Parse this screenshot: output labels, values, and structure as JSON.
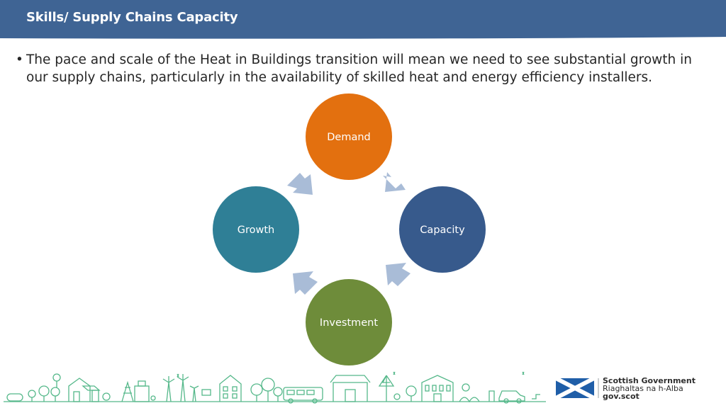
{
  "header": {
    "title": "Skills/ Supply Chains Capacity",
    "bar_color": "#3f6494"
  },
  "body": {
    "bullet_marker": "•",
    "bullet_text": "The pace and scale of the Heat in Buildings transition will mean we need to see substantial growth in our supply chains, particularly in the availability of skilled heat and energy efficiency installers."
  },
  "cycle": {
    "nodes": [
      {
        "label": "Demand",
        "color": "#e3700f"
      },
      {
        "label": "Capacity",
        "color": "#375a8c"
      },
      {
        "label": "Investment",
        "color": "#6e8c3a"
      },
      {
        "label": "Growth",
        "color": "#2f7f96"
      }
    ],
    "arrow_color": "#a9bcd7"
  },
  "footer": {
    "icon_color": "#55b88a",
    "logo": {
      "line1": "Scottish Government",
      "line2": "Riaghaltas na h-Alba",
      "line3": "gov.scot"
    }
  }
}
